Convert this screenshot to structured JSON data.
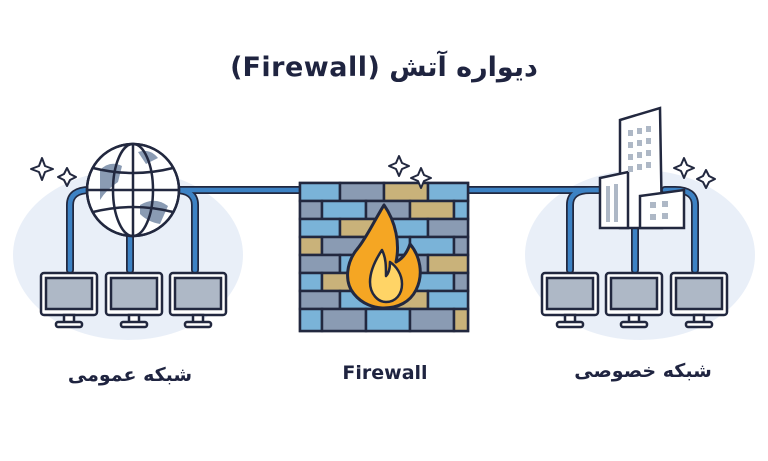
{
  "title": "دیواره آتش (Firewall)",
  "nodes": {
    "public_network": "شبکه عمومی",
    "firewall": "Firewall",
    "private_network": "شبکه خصوصی"
  },
  "colors": {
    "outline": "#22283f",
    "link": "#3d82c4",
    "halo": "#dbe5f3",
    "screen": "#aeb8c6",
    "brick_blue": "#7ab3d8",
    "brick_gray": "#8a9bb3",
    "brick_tan": "#c9b27a",
    "flame": "#f5a623"
  }
}
